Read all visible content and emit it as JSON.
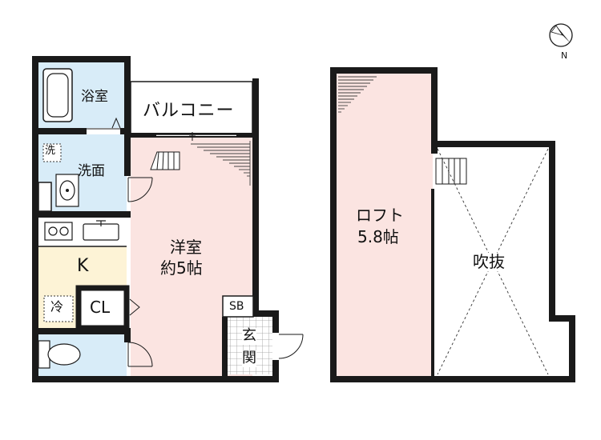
{
  "compass": {
    "label": "N",
    "icon": "north-arrow-icon"
  },
  "rooms": {
    "bath": "浴室",
    "balcony": "バルコニー",
    "washroom": "洗面",
    "washer": "洗",
    "western_room": "洋室",
    "western_size": "約5帖",
    "kitchen": "K",
    "fridge": "冷",
    "closet": "CL",
    "shoe_box": "SB",
    "entrance_1": "玄",
    "entrance_2": "関",
    "loft": "ロフト",
    "loft_size": "5.8帖",
    "void": "吹抜"
  },
  "colors": {
    "wall": "#1a1a1a",
    "wet_area": "#d8ecf8",
    "room_floor": "#fbe4e1",
    "kitchen_floor": "#fdf3d6",
    "balcony_floor": "#ffffff",
    "line": "#222222"
  }
}
